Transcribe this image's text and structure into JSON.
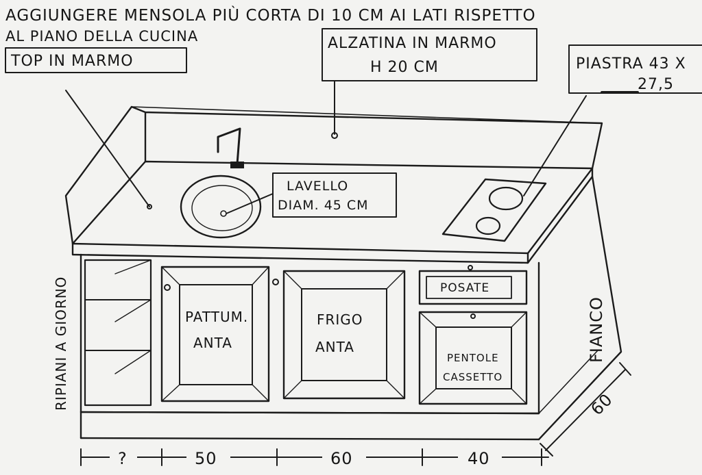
{
  "notes": {
    "header_line_1": "AGGIUNGERE MENSOLA PIÙ CORTA DI 10 CM AI LATI RISPETTO",
    "header_line_2": "AL PIANO DELLA CUCINA",
    "top_label": "TOP IN MARMO",
    "alzatina_line_1": "ALZATINA IN MARMO",
    "alzatina_line_2": "H 20 CM",
    "piastra_line_1": "PIASTRA 43 X",
    "piastra_line_2": "27,5",
    "lavello_line_1": "LAVELLO",
    "lavello_line_2": "DIAM. 45 CM",
    "ripiani_label": "RIPIANI A GIORNO",
    "fianco_label": "FIANCO",
    "pattumiera_line_1": "PATTUM.",
    "pattumiera_line_2": "ANTA",
    "frigo_line_1": "FRIGO",
    "frigo_line_2": "ANTA",
    "posate_label": "POSATE",
    "pentole_line_1": "PENTOLE",
    "pentole_line_2": "CASSETTO",
    "depth_label": "60"
  },
  "dimensions": {
    "d1": "?",
    "d2": "50",
    "d3": "60",
    "d4": "40"
  }
}
